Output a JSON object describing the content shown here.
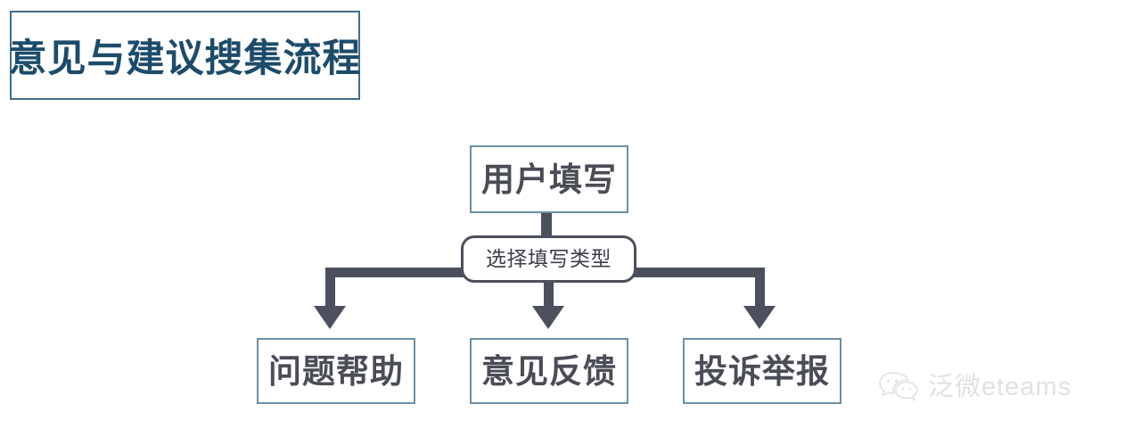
{
  "title": {
    "text": "意见与建议搜集流程",
    "border_color": "#3f6e8c",
    "text_color": "#1d4c6b"
  },
  "diagram": {
    "type": "flowchart",
    "node_border_color": "#6d8fa3",
    "connector_color": "#4c505c",
    "decision_border_color": "#4c505c",
    "start_node": {
      "label": "用户填写"
    },
    "decision_node": {
      "label": "选择填写类型"
    },
    "branches": [
      {
        "label": "问题帮助"
      },
      {
        "label": "意见反馈"
      },
      {
        "label": "投诉举报"
      }
    ]
  },
  "watermark": {
    "icon": "wechat-icon",
    "text": "泛微eteams",
    "color": "#c9c9c9"
  }
}
